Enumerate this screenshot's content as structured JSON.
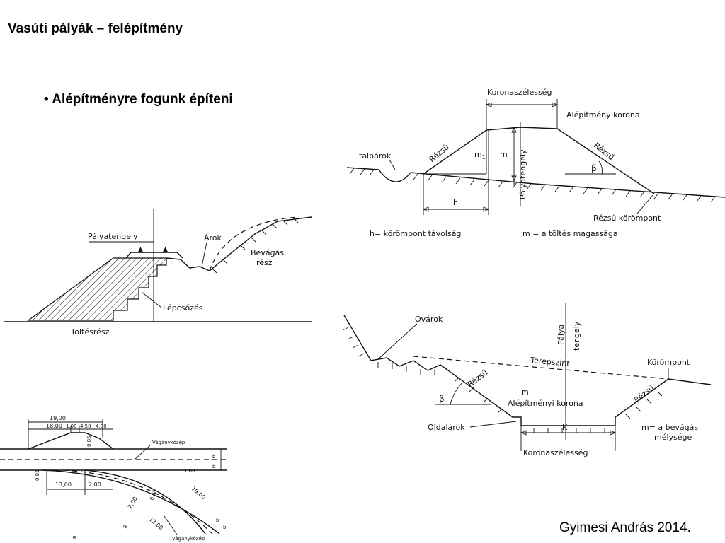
{
  "slide": {
    "title": "Vasúti pályák – felépítmény",
    "bullet": "Alépítményre fogunk építeni",
    "author": "Gyimesi András 2014."
  },
  "diagram_embankment": {
    "koronaszelesseg": "Koronaszélesség",
    "alepitmeny_korona": "Alépítmény korona",
    "talparok": "talpárok",
    "rezsu": "Rézsű",
    "m1": "m",
    "m1_sub": "1",
    "m": "m",
    "palyatengely": "Pályatengely",
    "beta": "β",
    "h": "h",
    "rezsu_korompont": "Rézsű körömpont",
    "legend_h": "h= körömpont távolság",
    "legend_m": "m = a töltés magassága"
  },
  "diagram_section": {
    "palyatengely": "Pályatengely",
    "arok": "Árok",
    "bevagasi": "Bevágási",
    "resz": "rész",
    "lepcsozes": "Lépcsőzés",
    "toltesresz": "Töltésrész"
  },
  "diagram_cutting": {
    "ovarok": "Ovárok",
    "palya": "Pálya",
    "tengely": "tengely",
    "terepszint": "Terepszint",
    "korompont": "Körömpont",
    "rezsu": "Rézsű",
    "beta": "β",
    "m": "m",
    "alepitmeny_korona": "Alépítményi korona",
    "oldalarok": "Oldalárok",
    "k": "K",
    "koronaszelesseg": "Koronaszélesség",
    "legend_1": "m= a bevágás",
    "legend_2": "mélysége"
  },
  "diagram_plan": {
    "d_19_top": "19,00",
    "d_18": "18,00",
    "d_1a": "1,00",
    "d_4_50": "4,50",
    "d_4_00": "4,00",
    "d_0_85a": "0,85",
    "vaganykozep_top": "Vágányközép",
    "d_b1": "b",
    "d_b2": "b",
    "d_0_85b": "0,85",
    "d_1b": "1,00",
    "d_13_left": "13,00",
    "d_2_left": "2,00",
    "d_19_right": "19,00",
    "d_2_diag": "2,00",
    "d_0_85c": "0,85",
    "d_13_diag": "13,00",
    "d_R1": "R",
    "d_R2": "R",
    "vaganykozep_bottom": "Vágányközép",
    "d_b3": "b",
    "d_b4": "b"
  }
}
